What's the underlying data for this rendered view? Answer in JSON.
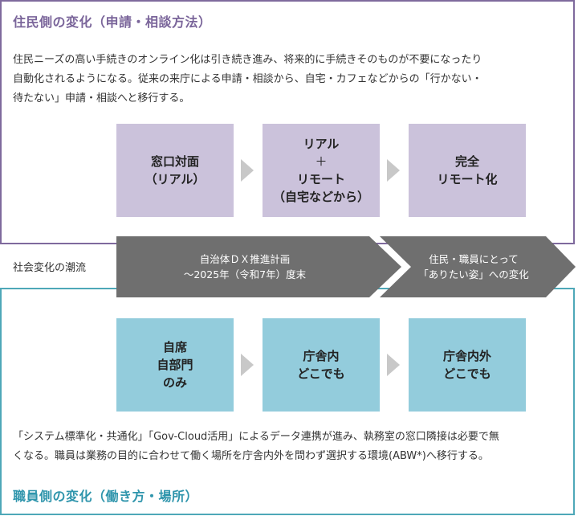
{
  "resident": {
    "title": "住民側の変化（申請・相談方法）",
    "description": [
      "住民ニーズの高い手続きのオンライン化は引き続き進み、将来的に手続きそのものが不要になったり",
      "自動化されるようになる。従来の来庁による申請・相談から、自宅・カフェなどからの「行かない・",
      "待たない」申請・相談へと移行する。"
    ],
    "steps": [
      {
        "lines": [
          "窓口対面",
          "（リアル）"
        ]
      },
      {
        "lines": [
          "リアル",
          "＋",
          "リモート",
          "（自宅などから）"
        ]
      },
      {
        "lines": [
          "完全",
          "リモート化"
        ]
      }
    ]
  },
  "trend": {
    "label": "社会変化の潮流",
    "segments": [
      {
        "lines": [
          "自治体ＤＸ推進計画",
          "～2025年（令和7年）度末"
        ]
      },
      {
        "lines": [
          "住民・職員にとって",
          "「ありたい姿」への変化"
        ]
      }
    ]
  },
  "staff": {
    "title": "職員側の変化（働き方・場所）",
    "description": [
      "「システム標準化・共通化」「Gov-Cloud活用」によるデータ連携が進み、執務室の窓口隣接は必要で無",
      "くなる。職員は業務の目的に合わせて働く場所を庁舎内外を問わず選択する環境(ABW*)へ移行する。"
    ],
    "steps": [
      {
        "lines": [
          "自席",
          "自部門",
          "のみ"
        ]
      },
      {
        "lines": [
          "庁舎内",
          "どこでも"
        ]
      },
      {
        "lines": [
          "庁舎内外",
          "どこでも"
        ]
      }
    ]
  },
  "colors": {
    "resident_accent": "#7a659a",
    "resident_box": "#cbc2db",
    "staff_accent": "#2f95ac",
    "staff_box": "#93ccdc",
    "trend_band": "#6f6f6f",
    "step_arrow": "#c8c8c8"
  }
}
